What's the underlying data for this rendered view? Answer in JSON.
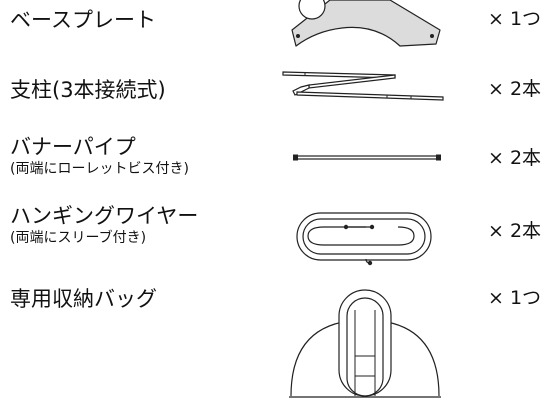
{
  "items": [
    {
      "name": "ベースプレート",
      "note": "",
      "quantity": "× 1つ",
      "icon": "base-plate-icon"
    },
    {
      "name": "支柱(3本接続式)",
      "note": "",
      "quantity": "× 2本",
      "icon": "pole-icon"
    },
    {
      "name": "バナーパイプ",
      "note": "(両端にローレットビス付き)",
      "quantity": "× 2本",
      "icon": "banner-pipe-icon"
    },
    {
      "name": "ハンギングワイヤー",
      "note": "(両端にスリーブ付き)",
      "quantity": "× 2本",
      "icon": "hanging-wire-icon"
    },
    {
      "name": "専用収納バッグ",
      "note": "",
      "quantity": "× 1つ",
      "icon": "storage-bag-icon"
    }
  ]
}
